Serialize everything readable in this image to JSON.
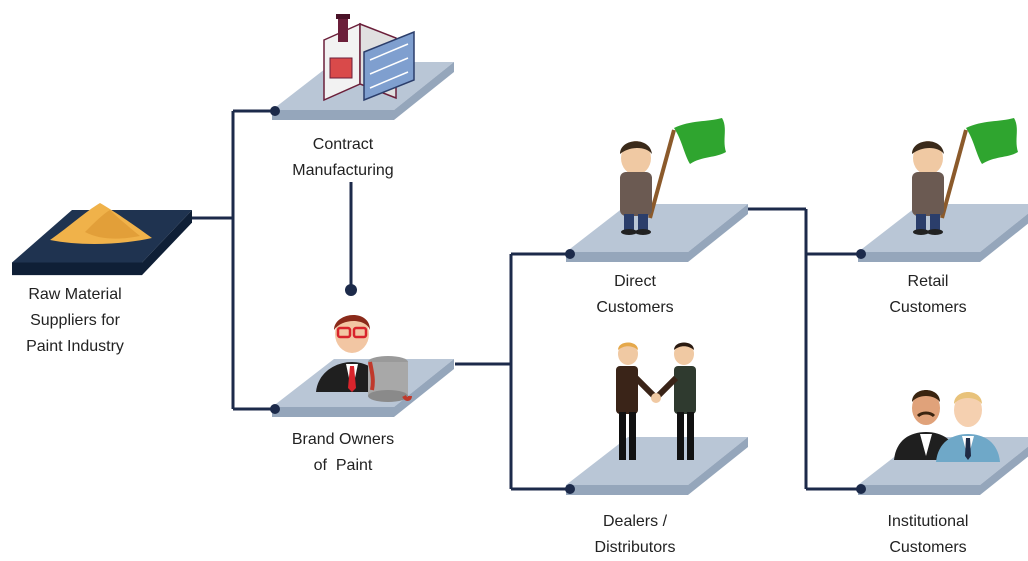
{
  "colors": {
    "line": "#1c2a4a",
    "platform_top": "#b9c6d6",
    "platform_side": "#95a6bb",
    "raw_platform_top": "#1f3350",
    "raw_platform_side": "#0f1f36",
    "sand": "#f0b24a",
    "flag": "#2fa52f"
  },
  "nodes": {
    "raw_material": {
      "lines": [
        "Raw Material",
        "Suppliers for",
        "Paint Industry"
      ],
      "icon": "sand-pile-icon"
    },
    "contract_manufacturing": {
      "lines": [
        "Contract",
        "Manufacturing"
      ],
      "icon": "factory-icon"
    },
    "brand_owners": {
      "lines": [
        "Brand Owners",
        "of  Paint"
      ],
      "icon": "businessman-paint-can-icon"
    },
    "direct_customers": {
      "lines": [
        "Direct",
        "Customers"
      ],
      "icon": "person-flag-icon"
    },
    "dealers": {
      "lines": [
        "Dealers /",
        "Distributors"
      ],
      "icon": "handshake-icon"
    },
    "retail_customers": {
      "lines": [
        "Retail",
        "Customers"
      ],
      "icon": "person-flag-icon"
    },
    "institutional_customers": {
      "lines": [
        "Institutional",
        "Customers"
      ],
      "icon": "two-businessmen-icon"
    }
  }
}
